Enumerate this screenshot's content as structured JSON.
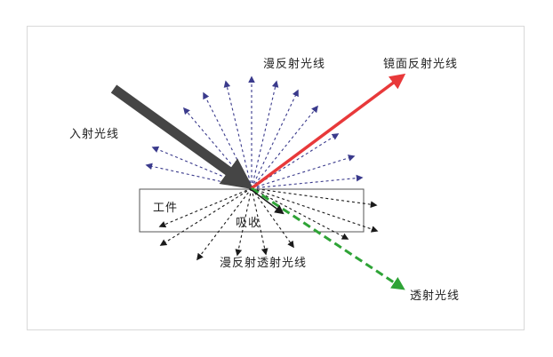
{
  "labels": {
    "diffuse_reflection": "漫反射光线",
    "specular_reflection": "镜面反射光线",
    "incident": "入射光线",
    "workpiece": "工件",
    "absorption": "吸收",
    "diffuse_transmission": "漫反射透射光线",
    "transmitted": "透射光线"
  },
  "colors": {
    "incident_ray": "#454545",
    "specular_ray": "#e8393a",
    "transmitted_ray": "#2ea336",
    "diffuse_reflection_rays": "#3a3a8c",
    "diffuse_transmission_rays": "#1a1a1a",
    "workpiece_border": "#555555"
  }
}
